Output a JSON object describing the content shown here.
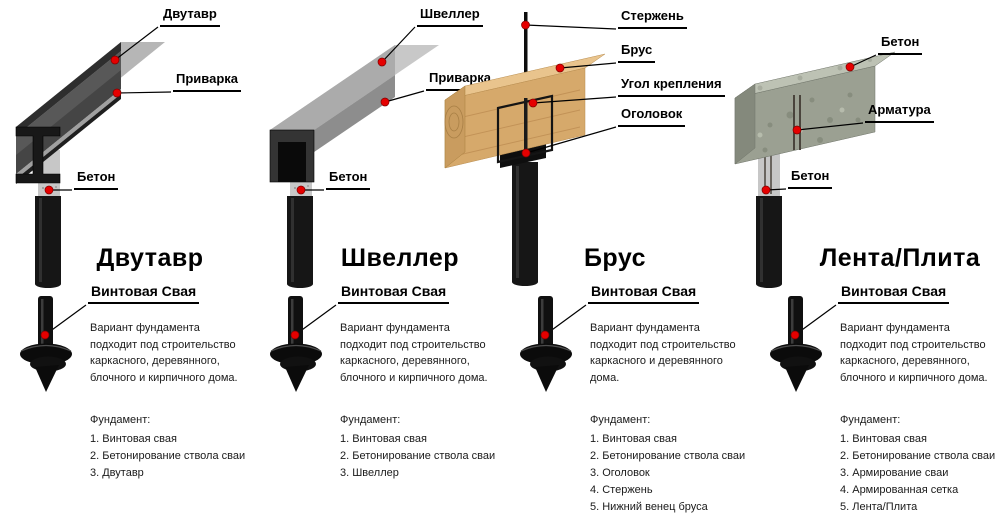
{
  "accent": {
    "dot_color": "#e50000",
    "line_color": "#000000",
    "background": "#ffffff"
  },
  "columns": [
    {
      "title": "Двутавр",
      "pile_label": "Винтовая Свая",
      "callouts": [
        "Двутавр",
        "Приварка",
        "Бетон"
      ],
      "description": "Вариант фундамента подходит под строительство каркасного, деревянного, блочного и кирпичного дома.",
      "foundation_header": "Фундамент:",
      "foundation_items": [
        "1. Винтовая свая",
        "2. Бетонирование ствола сваи",
        "3. Двутавр"
      ]
    },
    {
      "title": "Швеллер",
      "pile_label": "Винтовая Свая",
      "callouts": [
        "Швеллер",
        "Приварка",
        "Бетон"
      ],
      "description": "Вариант фундамента подходит под строительство каркасного, деревянного, блочного и кирпичного дома.",
      "foundation_header": "Фундамент:",
      "foundation_items": [
        "1. Винтовая свая",
        "2. Бетонирование ствола сваи",
        "3. Швеллер"
      ]
    },
    {
      "title": "Брус",
      "pile_label": "Винтовая Свая",
      "callouts": [
        "Стержень",
        "Брус",
        "Угол крепления",
        "Оголовок"
      ],
      "description": "Вариант фундамента подходит под строительство каркасного и деревянного дома.",
      "foundation_header": "Фундамент:",
      "foundation_items": [
        "1. Винтовая свая",
        "2. Бетонирование ствола сваи",
        "3. Оголовок",
        "4. Стержень",
        "5. Нижний венец бруса"
      ]
    },
    {
      "title": "Лента/Плита",
      "pile_label": "Винтовая Свая",
      "callouts": [
        "Бетон",
        "Арматура",
        "Бетон"
      ],
      "description": "Вариант фундамента подходит под строительство каркасного, деревянного, блочного и кирпичного дома.",
      "foundation_header": "Фундамент:",
      "foundation_items": [
        "1. Винтовая свая",
        "2. Бетонирование ствола сваи",
        "3. Армирование сваи",
        "4. Армированная сетка",
        "5. Лента/Плита"
      ]
    }
  ]
}
